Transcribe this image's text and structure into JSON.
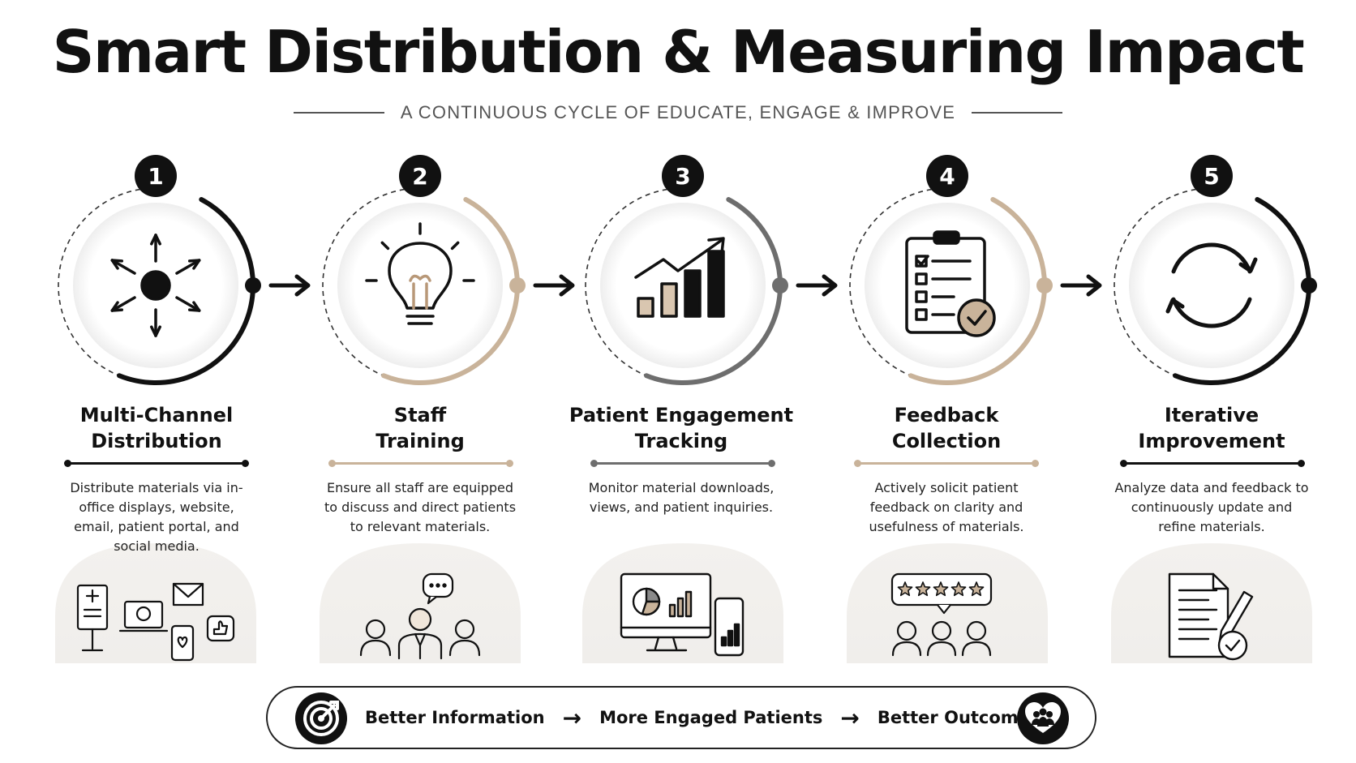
{
  "header": {
    "title": "Smart Distribution & Measuring Impact",
    "subtitle": "A CONTINUOUS CYCLE OF EDUCATE, ENGAGE & IMPROVE"
  },
  "colors": {
    "black": "#111111",
    "tan": "#c9b39a",
    "gray": "#6e6e6e"
  },
  "steps": [
    {
      "number": "1",
      "title_line1": "Multi-Channel",
      "title_line2": "Distribution",
      "description": "Distribute materials via in-office displays, website, email, patient portal, and social media.",
      "icon": "distribution-arrows-icon",
      "illustration": "channels-illustration",
      "accent": "black"
    },
    {
      "number": "2",
      "title_line1": "Staff",
      "title_line2": "Training",
      "description": "Ensure all staff are equipped to discuss and direct patients to relevant materials.",
      "icon": "lightbulb-icon",
      "illustration": "staff-illustration",
      "accent": "tan"
    },
    {
      "number": "3",
      "title_line1": "Patient Engagement",
      "title_line2": "Tracking",
      "description": "Monitor material downloads, views, and patient inquiries.",
      "icon": "growth-chart-icon",
      "illustration": "dashboard-illustration",
      "accent": "gray"
    },
    {
      "number": "4",
      "title_line1": "Feedback",
      "title_line2": "Collection",
      "description": "Actively solicit patient feedback on clarity and usefulness of materials.",
      "icon": "clipboard-check-icon",
      "illustration": "rating-illustration",
      "accent": "tan"
    },
    {
      "number": "5",
      "title_line1": "Iterative",
      "title_line2": "Improvement",
      "description": "Analyze data and feedback to continuously update and refine materials.",
      "icon": "refresh-cycle-icon",
      "illustration": "document-edit-illustration",
      "accent": "black"
    }
  ],
  "footer": {
    "item1": "Better Information",
    "item2": "More Engaged Patients",
    "item3": "Better Outcomes",
    "left_icon": "target-icon",
    "right_icon": "heart-people-icon"
  }
}
